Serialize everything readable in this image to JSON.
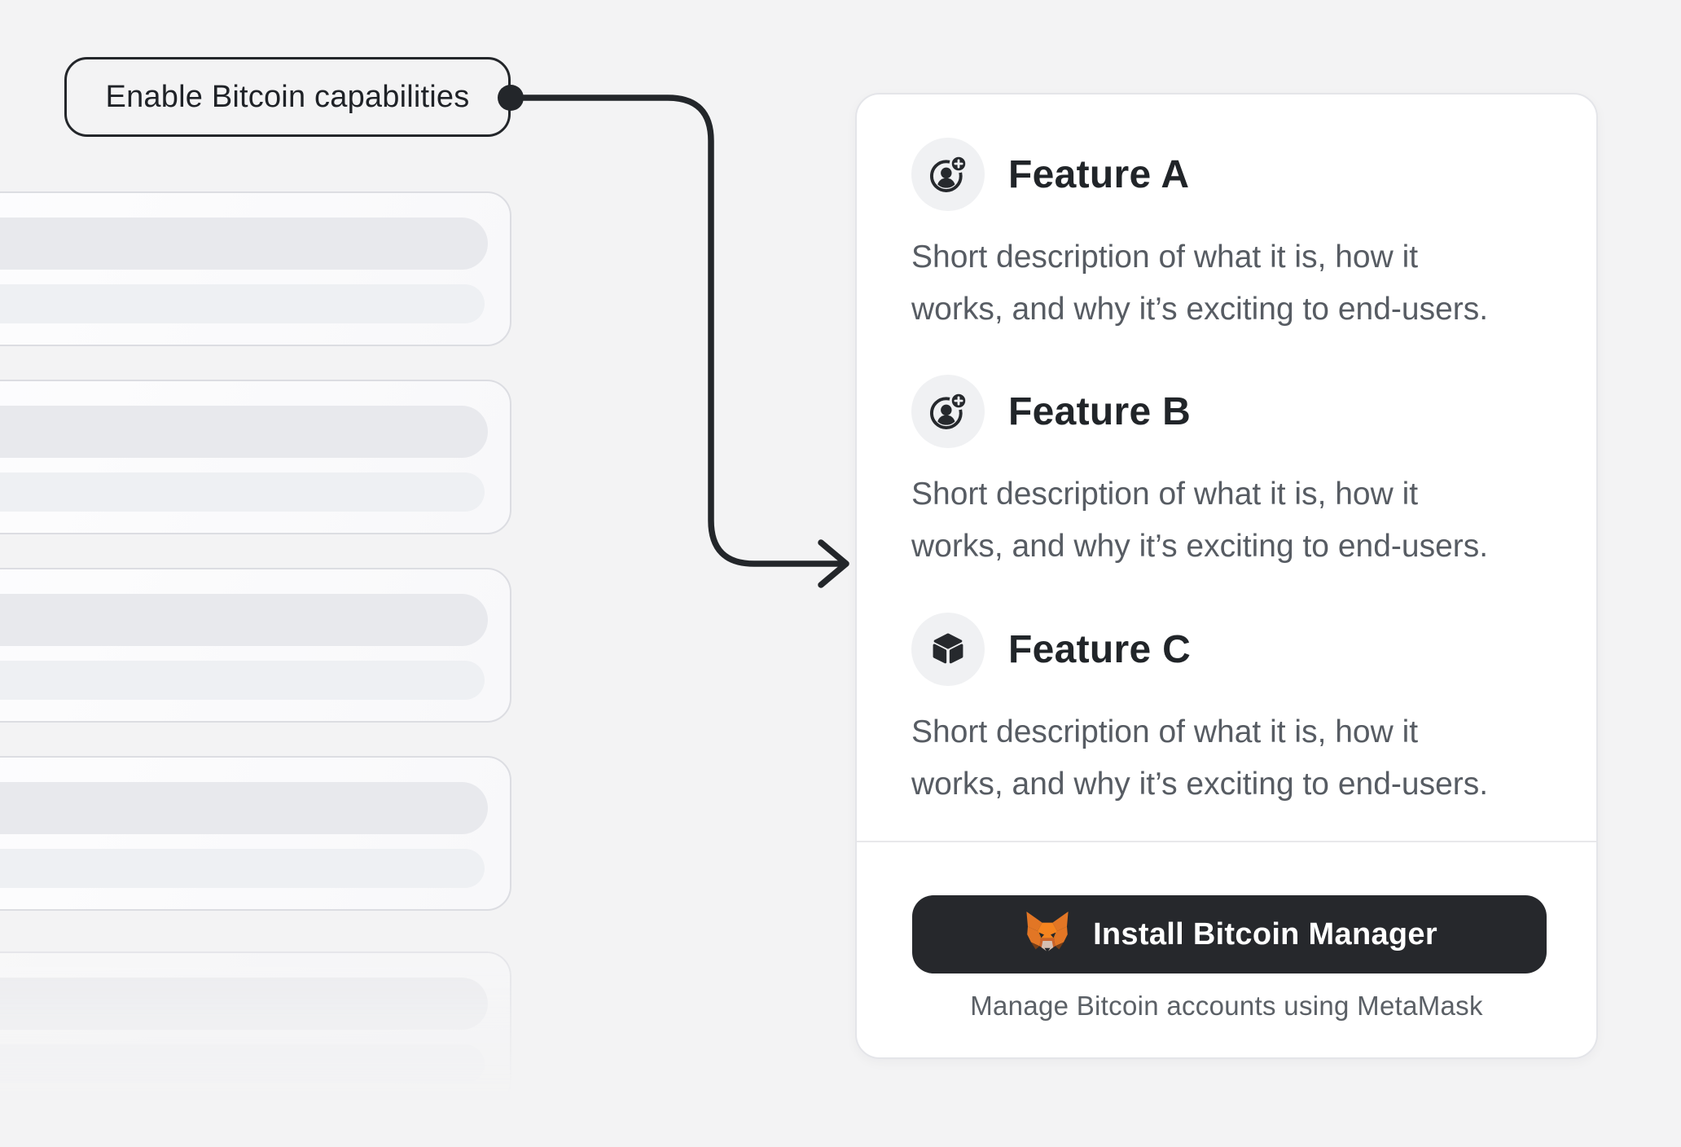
{
  "annotation": {
    "label": "Enable Bitcoin capabilities"
  },
  "features": [
    {
      "title": "Feature A",
      "icon": "user-add-icon",
      "desc_lines": [
        "Short description of what it is, how it",
        "works, and why it’s exciting to end-users."
      ]
    },
    {
      "title": "Feature B",
      "icon": "user-add-icon",
      "desc_lines": [
        "Short description of what it is, how it",
        "works, and why it’s exciting to end-users."
      ]
    },
    {
      "title": "Feature C",
      "icon": "cube-icon",
      "desc_lines": [
        "Short description of what it is, how it",
        "works, and why it’s exciting to end-users."
      ]
    }
  ],
  "footer": {
    "install_button_label": "Install Bitcoin Manager",
    "install_button_icon": "metamask-fox-icon",
    "caption": "Manage Bitcoin accounts using MetaMask"
  },
  "skeleton": {
    "card_count": 5,
    "bars_per_card": 2
  },
  "colors": {
    "ink": "#23262a",
    "page_background": "#f3f3f4",
    "card_background": "#ffffff",
    "card_border": "#e4e5e9",
    "button_background": "#26282c",
    "button_text": "#ffffff",
    "text_secondary": "#575c63",
    "metamask_orange": "#e27625",
    "metamask_muzzle": "#d5bfb2",
    "metamask_brown": "#763d16"
  }
}
